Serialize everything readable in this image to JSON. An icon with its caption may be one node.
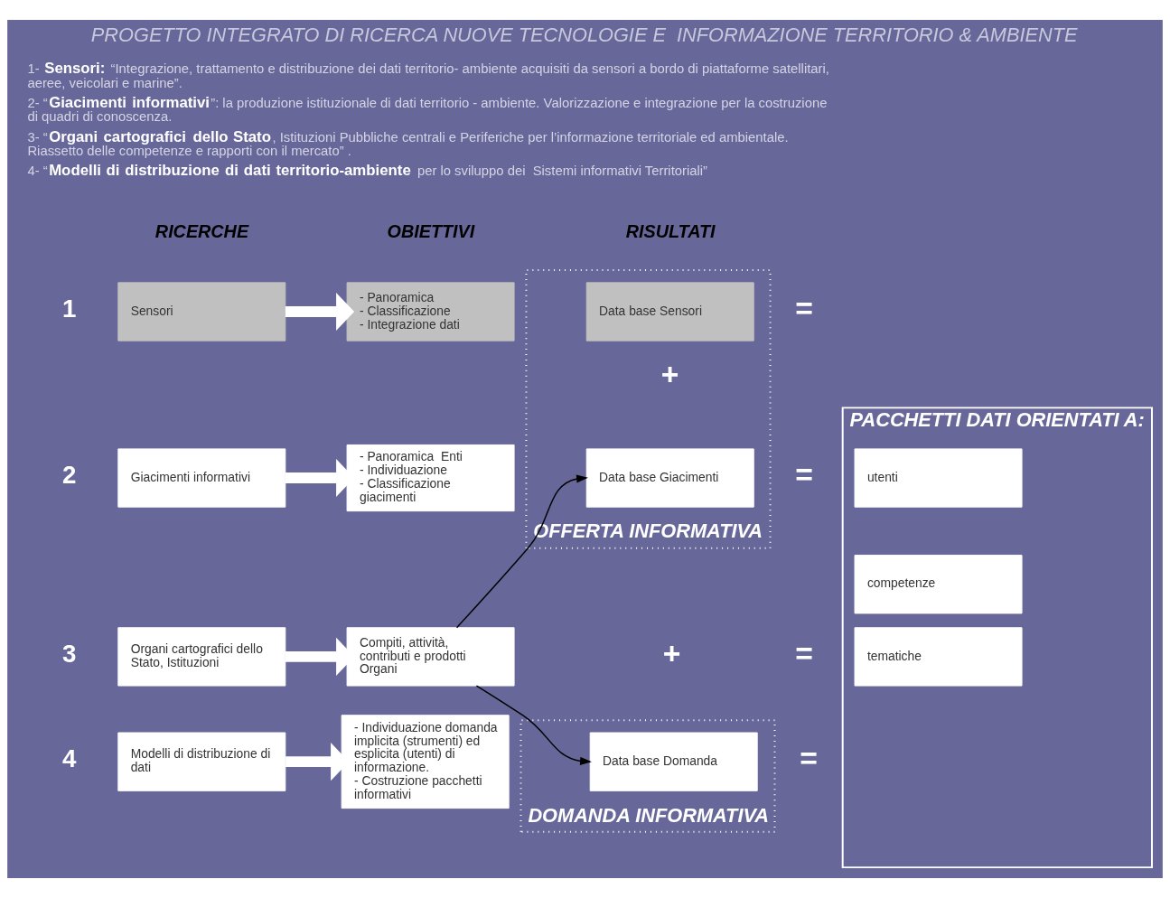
{
  "diagram": {
    "title": "PROGETTO INTEGRATO DI RICERCA NUOVE TECNOLOGIE E  INFORMAZIONE TERRITORIO & AMBIENTE",
    "nodes": [
      {
        "text": [
          "Sensori"
        ]
      },
      {
        "text": [
          "Giacimenti informativi"
        ]
      },
      {
        "text": [
          "Organi cartografici dello Stato, Istituzioni"
        ]
      },
      {
        "text": [
          "Modelli di distribuzione di dati"
        ]
      },
      {
        "text": [
          "- Panoramica",
          "- Classificazione",
          "- Integrazione dati"
        ]
      },
      {
        "text": [
          "- Panoramica  Enti",
          "- Individuazione",
          "- Classificazione giacimenti"
        ]
      },
      {
        "text": [
          "Compiti, attività, contributi e prodotti Organi"
        ]
      },
      {
        "text": [
          "- Individuazione domanda implicita (strumenti) ed esplicita (utenti) di informazione.",
          "- Costruzione pacchetti informativi"
        ]
      },
      {
        "text": [
          "OFFERTA INFORMATIVA"
        ]
      },
      {
        "text": [
          "Data base Sensori"
        ],
        "in": 8
      },
      {
        "text": [
          "Data base Giacimenti"
        ],
        "in": 8
      },
      {
        "text": [
          "DOMANDA INFORMATIVA"
        ]
      },
      {
        "text": [
          "Data base Domanda"
        ],
        "in": 11
      },
      {
        "text": [
          "PACCHETTI DATI ORIENTATI A:"
        ]
      },
      {
        "text": [
          "utenti"
        ],
        "in": 13
      },
      {
        "text": [
          "competenze"
        ],
        "in": 13
      },
      {
        "text": [
          "tematiche"
        ],
        "in": 13
      }
    ],
    "edges": [
      {
        "from": 0,
        "to": 4,
        "arrow": "to"
      },
      {
        "from": 1,
        "to": 5,
        "arrow": "to"
      },
      {
        "from": 2,
        "to": 6,
        "arrow": "to"
      },
      {
        "from": 3,
        "to": 7,
        "arrow": "to"
      },
      {
        "from": 6,
        "to": 10,
        "arrow": "to",
        "color": "#000000"
      },
      {
        "from": 6,
        "to": 12,
        "arrow": "to",
        "color": "#000000"
      }
    ],
    "labels": [
      "1- **Sensori:** “Integrazione, trattamento e distribuzione dei dati territorio- ambiente acquisiti da sensori a bordo di piattaforme satellitari, aeree, veicolari e marine”.",
      "2- “**Giacimenti informativi**”: la produzione istituzionale di dati territorio - ambiente. Valorizzazione e integrazione per la costruzione di quadri di conoscenza.",
      "3- “**Organi cartografici dello Stato**, Istituzioni Pubbliche centrali e Periferiche per l’informazione territoriale ed ambientale. Riassetto delle competenze e rapporti con il mercato” .",
      "4- “**Modelli di distribuzione di dati territorio-ambiente** per lo sviluppo dei  Sistemi informativi Territoriali”",
      "RICERCHE",
      "OBIETTIVI",
      "RISULTATI",
      "1",
      "=",
      "+",
      "2",
      "=",
      "3",
      "+",
      "=",
      "4",
      "="
    ]
  }
}
